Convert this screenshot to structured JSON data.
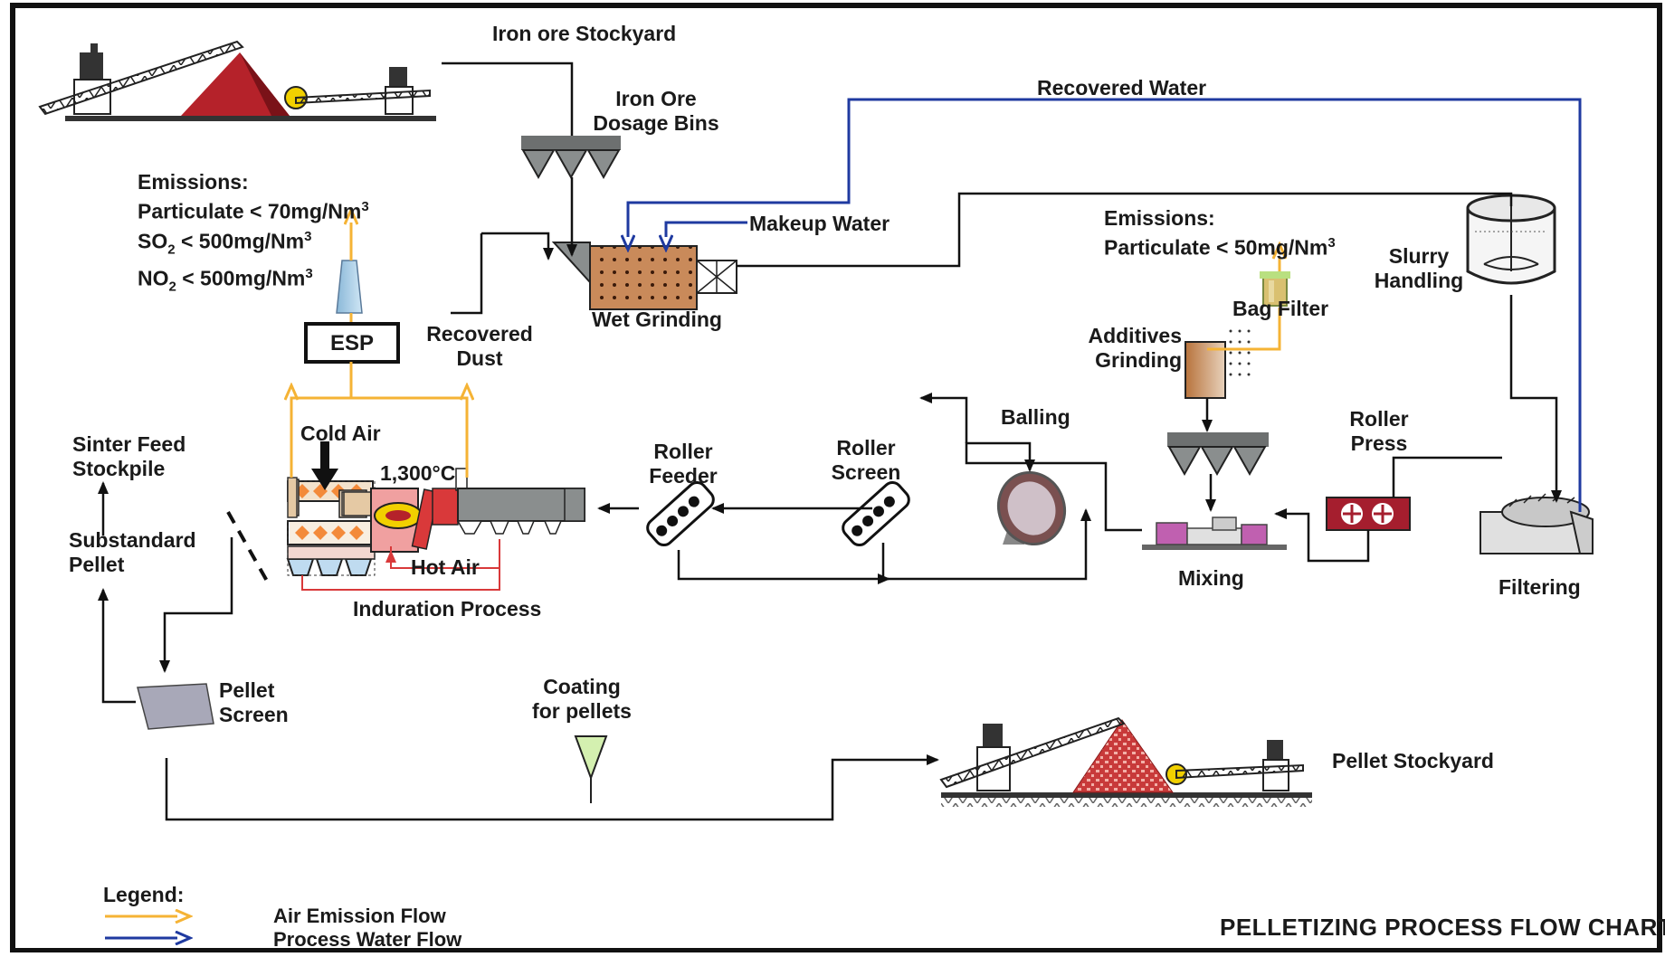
{
  "title": "PELLETIZING PROCESS FLOW CHART",
  "nodes": {
    "iron_ore_stockyard": "Iron ore Stockyard",
    "iron_ore_dosage_bins": [
      "Iron Ore",
      "Dosage Bins"
    ],
    "recovered_water": "Recovered Water",
    "makeup_water": "Makeup  Water",
    "wet_grinding": "Wet Grinding",
    "esp": "ESP",
    "recovered_dust": [
      "Recovered",
      "Dust"
    ],
    "cold_air": "Cold Air",
    "temperature": "1,300°C",
    "hot_air": "Hot Air",
    "induration_process": "Induration Process",
    "sinter_feed_stockpile": [
      "Sinter Feed",
      "Stockpile"
    ],
    "substandard_pellet": [
      "Substandard",
      "Pellet"
    ],
    "pellet_screen": [
      "Pellet",
      "Screen"
    ],
    "coating_for_pellets": [
      "Coating",
      "for pellets"
    ],
    "pellet_stockyard": "Pellet Stockyard",
    "roller_feeder": [
      "Roller",
      "Feeder"
    ],
    "roller_screen": [
      "Roller",
      "Screen"
    ],
    "balling": "Balling",
    "mixing": "Mixing",
    "additives_grinding": [
      "Additives",
      "Grinding"
    ],
    "bag_filter": "Bag Filter",
    "roller_press": [
      "Roller",
      "Press"
    ],
    "filtering": "Filtering",
    "slurry_handling": [
      "Slurry",
      "Handling"
    ]
  },
  "emissions_induration": {
    "heading": "Emissions:",
    "particulate": {
      "label": "Particulate < 70mg/Nm",
      "sup": "3"
    },
    "so2": {
      "pre": "SO",
      "sub": "2",
      "post": " < 500mg/Nm",
      "sup": "3"
    },
    "no2": {
      "pre": "NO",
      "sub": "2",
      "post": " < 500mg/Nm",
      "sup": "3"
    }
  },
  "emissions_bag_filter": {
    "heading": "Emissions:",
    "particulate": {
      "label": "Particulate < 50mg/Nm",
      "sup": "3"
    }
  },
  "legend": {
    "heading": "Legend:",
    "items": [
      {
        "label": "Air Emission Flow",
        "color": "#f5b335"
      },
      {
        "label": "Process Water Flow",
        "color": "#1f3aa0"
      }
    ]
  },
  "colors": {
    "material_flow": "#111111",
    "air_emission": "#f5b335",
    "process_water": "#1f3aa0",
    "hot_air": "#d9393a",
    "ore_pile": "#b5222a"
  }
}
